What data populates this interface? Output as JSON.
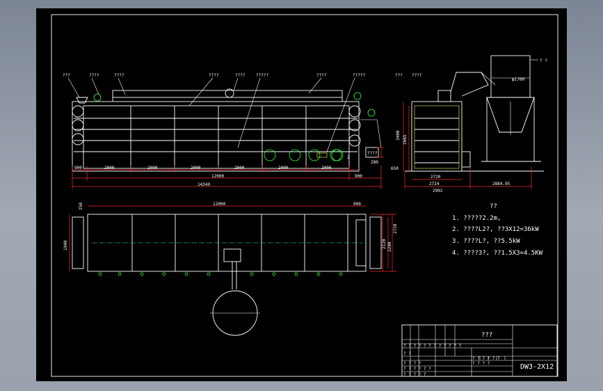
{
  "top_labels": {
    "l1": "???",
    "l2": "????",
    "l3": "????",
    "l4": "????",
    "l5": "????",
    "l6": "?????",
    "l7": "????",
    "l8": "?????",
    "r1": "???",
    "r2": "????",
    "corner": "? ?"
  },
  "dims": {
    "d900": "900",
    "d2000a": "2000",
    "d2000b": "2000",
    "d2000c": "2000",
    "d2000d": "2000",
    "d2000e": "2000",
    "d2000f": "2000",
    "d12000": "12000",
    "d900b": "900",
    "d14340": "14340",
    "d2": "2",
    "d650": "650",
    "d280": "280",
    "d3400": "3400",
    "d2665": "2665",
    "d2720": "2720",
    "d2992": "2992",
    "d2724": "2724",
    "d2884": "2884.95",
    "d1700": "φ1700",
    "dl2000": "12000",
    "dl900": "900",
    "dl250": "250",
    "dl1940": "1940",
    "dl2200": "2200",
    "dl2120": "2120",
    "dl2720": "2720",
    "lbl_mh": "????"
  },
  "notes": {
    "title": "??",
    "n1": "1. ?????2.2m,",
    "n2": "2. ????L2?, ??3X12=36kW",
    "n3": "3. ????L?, ??5.5kW",
    "n4": "4. ????3?, ??1.5X3=4.5KW"
  },
  "title_block": {
    "name": "???",
    "drawing_no": "DW3-2X12",
    "row1": "? ? ? ? ? ? ? ? ? ? ? ?",
    "row2": "? ?",
    "row3": "? ?  ? ?",
    "row4": "? ? ? ? ? ?",
    "row5": "? ?     ?   ?   ?",
    "r_a": "? ? ? ? ? ?",
    "r_b": "? ?  ? ?"
  }
}
